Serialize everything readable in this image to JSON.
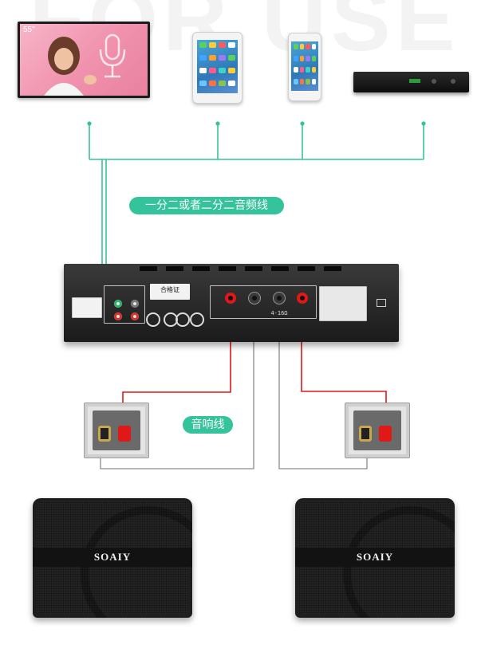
{
  "watermark": "FOR USE",
  "tv": {
    "size_label": "55\""
  },
  "labels": {
    "audio_cable": "一分二或者二分二音频线",
    "speaker_cable": "音响线"
  },
  "amplifier": {
    "brand_label": "合格证",
    "output_label": "4-16Ω"
  },
  "speakers": [
    {
      "brand": "SOAIY"
    },
    {
      "brand": "SOAIY"
    }
  ],
  "colors": {
    "cable_green": "#35c39b",
    "cable_red": "#e01818",
    "cable_gray": "#8a8a8a",
    "amp_body": "#1f1f1f"
  }
}
